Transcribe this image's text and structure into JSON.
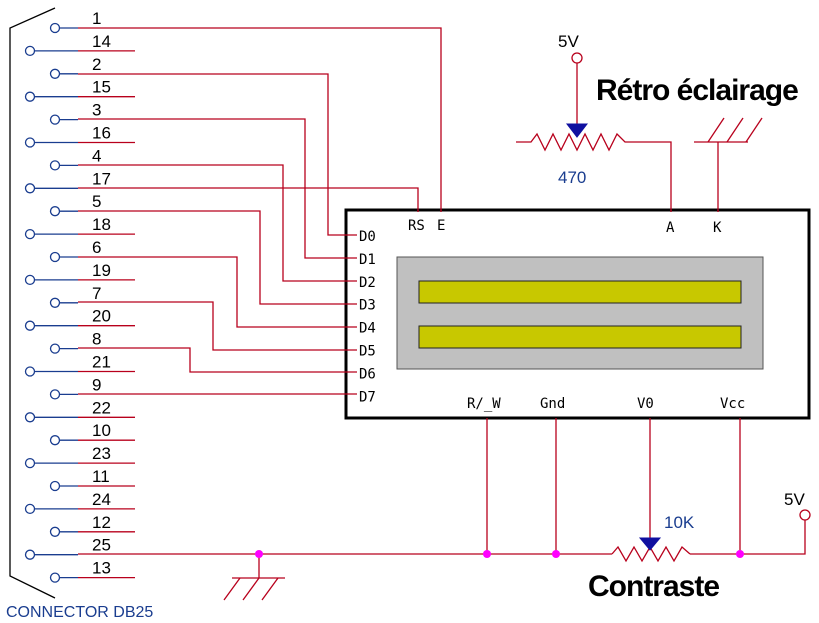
{
  "connector": {
    "label": "CONNECTOR DB25",
    "pins_top": [
      "1",
      "2",
      "3",
      "4",
      "5",
      "6",
      "7",
      "8",
      "9",
      "10",
      "11",
      "12",
      "13"
    ],
    "pins_bottom": [
      "14",
      "15",
      "16",
      "17",
      "18",
      "19",
      "20",
      "21",
      "22",
      "23",
      "24",
      "25"
    ]
  },
  "lcd": {
    "data_pins": [
      "D0",
      "D1",
      "D2",
      "D3",
      "D4",
      "D5",
      "D6",
      "D7"
    ],
    "rs": "RS",
    "e": "E",
    "a": "A",
    "k": "K",
    "rw": "R/_W",
    "gnd": "Gnd",
    "v0": "V0",
    "vcc": "Vcc",
    "display_color": "#c8c800",
    "bezel_color": "#c0c0c0"
  },
  "backlight": {
    "supply": "5V",
    "resistor": "470",
    "title": "Rétro éclairage"
  },
  "contrast": {
    "supply": "5V",
    "pot": "10K",
    "title": "Contraste"
  },
  "colors": {
    "wire": "#b8001c",
    "junction": "#ff00ff",
    "blue": "#1a3d8f",
    "pin_circle": "#1a3d8f"
  }
}
